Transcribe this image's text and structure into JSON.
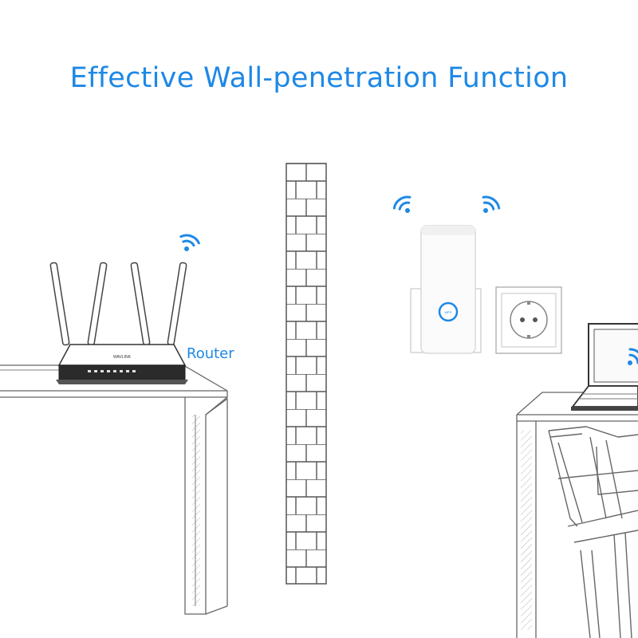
{
  "title": "Effective Wall-penetration Function",
  "router_label": "Router",
  "router_brand": "WAVLINK",
  "extender_button": "WPS",
  "colors": {
    "accent": "#1e88e5",
    "line": "#555555",
    "sketch": "#8a8a8a",
    "light": "#cfcfcf",
    "device": "#ffffff"
  },
  "icons": [
    "wifi-icon",
    "brick-wall",
    "wifi-router",
    "range-extender",
    "wall-socket",
    "laptop",
    "desk",
    "chair"
  ]
}
